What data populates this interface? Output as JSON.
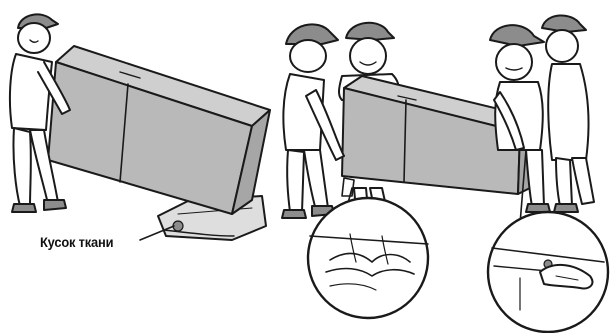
{
  "annotation": {
    "cloth_label": "Кусок ткани"
  },
  "colors": {
    "line": "#1a1a1a",
    "box": "#b9b9b9",
    "box_side": "#a6a6a6",
    "cap": "#8c8c8c",
    "skin": "#ffffff",
    "pad": "#dedede"
  },
  "figures": {
    "left_panel": "one-person-tilting-refrigerator-onto-cloth",
    "right_panel": "four-people-carrying-refrigerator",
    "detail_circles": [
      "hands-gripping-bottom-detail",
      "hand-holding-rear-edge-detail"
    ]
  }
}
